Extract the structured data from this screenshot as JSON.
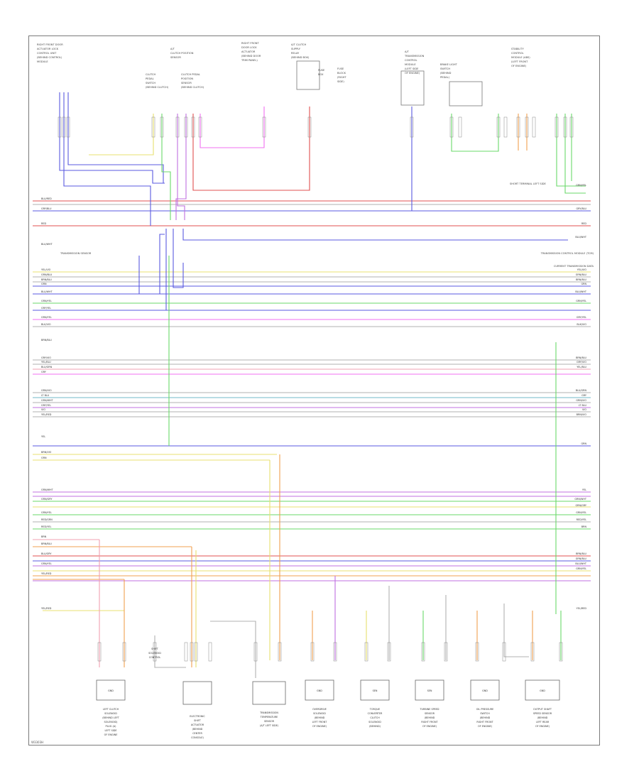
{
  "footer": {
    "code": "W3303H"
  },
  "top_components": [
    {
      "lines": [
        "RIGHT FRONT DOOR",
        "ACTUATOR LOCK",
        "CONTROL UNIT",
        "(BEHIND CONTROL)",
        "MODULE"
      ]
    },
    {
      "lines": [
        "A/T",
        "CLUTCH POSITION",
        "SENSOR"
      ]
    },
    {
      "lines": [
        "CLUTCH",
        "PEDAL",
        "SWITCH",
        "(BEHIND CLUTCH)"
      ]
    },
    {
      "lines": [
        "CLUTCH PEDAL",
        "POSITION",
        "SENSOR",
        "(BEHIND CLUTCH)"
      ]
    },
    {
      "lines": [
        "RIGHT FRONT",
        "DOOR LOCK",
        "ACTUATOR",
        "(BEHIND DOOR",
        "TRIM PANEL)"
      ]
    },
    {
      "lines": [
        "A/T CLUTCH",
        "SUPPLY",
        "RELAY",
        "(BEHIND BOX)"
      ]
    },
    {
      "lines": [
        "FUSE",
        "BOX"
      ]
    },
    {
      "lines": [
        "FUSE",
        "BLOCK",
        "(RIGHT",
        "SIDE)"
      ]
    },
    {
      "lines": [
        "A/T",
        "TRANSMISSION",
        "CONTROL",
        "MODULE",
        "(LEFT SIDE",
        "OF ENGINE)"
      ]
    },
    {
      "lines": [
        "BRAKE LIGHT",
        "SWITCH",
        "(BEHIND",
        "PEDAL)"
      ]
    },
    {
      "lines": [
        "STABILITY",
        "CONTROL",
        "MODULE (ABS)",
        "(LEFT FRONT",
        "OF ENGINE)"
      ]
    }
  ],
  "side_labels": {
    "trans_sensor": "TRANSMISSION SENSOR",
    "trans_control": "TRANSMISSION CONTROL MODULE (TCM)",
    "current_trans": "CURRENT TRANSMISSION DATA",
    "splice_right": "SHORT TERMINAL LEFT SIDE"
  },
  "wire_labels": {
    "left": [
      "BLU/RED",
      "GRY/BLU",
      "RED",
      "BLU/WHT",
      "YEL/VIO",
      "GRN/BLU",
      "BRN/BLU",
      "GRN",
      "BLU/WHT",
      "GRN/YEL",
      "GRY/YEL",
      "GRN/YEL",
      "BLK/VIO",
      "BRN/BLU",
      "GRY/VIO",
      "YEL/BLU",
      "BLU/GRN",
      "GRY",
      "GRN/VIO",
      "LT BLU",
      "GRN/WHT",
      "GRY/YEL",
      "VIO",
      "YEL/RED",
      "YEL",
      "BRN/VIO",
      "GRN",
      "GRN/WHT",
      "GRN/GRY",
      "GRN/YEL",
      "RED/GRN",
      "RED/YEL",
      "BRN",
      "BRN/BLU",
      "BLU/GRY",
      "GRN/YEL",
      "YEL/RED",
      "YEL/RED"
    ],
    "right": [
      "GRN/YEL",
      "GRY/BLU",
      "RED",
      "BLU/WHT",
      "YEL/VIO",
      "GRN/BLU",
      "BRN/BLU",
      "GRN",
      "BLU/WHT",
      "GRN/YEL",
      "GRY/YEL",
      "BLK/VIO",
      "BRN/BLU",
      "GRY/VIO",
      "YEL/BLU",
      "BLU/GRN",
      "GRY",
      "GRN/VIO",
      "LT BLU",
      "VIO",
      "BRN/VIO",
      "GRN",
      "YEL",
      "GRN/WHT",
      "GRN/GRY",
      "GRN/YEL",
      "RED/YEL",
      "BRN",
      "BRN/BLU",
      "GRN/BLU",
      "BLU/WHT",
      "GRN/YEL",
      "YEL/RED"
    ]
  },
  "bottom_components": [
    {
      "box": "GND",
      "lines": [
        "LEFT CLUTCH",
        "SOLENOID",
        "(BEHIND LEFT",
        "SOLENOID)",
        "PLUG (A)",
        "LEFT SIDE",
        "OF ENGINE"
      ]
    },
    {
      "box": "",
      "lines": [
        "SHIFT",
        "SOLENOID",
        "CONTROL"
      ]
    },
    {
      "box": "",
      "lines": [
        "ELECTRONIC",
        "SHIFT",
        "ACTUATOR",
        "(BEHIND",
        "CENTER",
        "CONSOLE)"
      ]
    },
    {
      "box": "",
      "lines": [
        "TRANSMISSION",
        "TEMPERATURE",
        "SENSOR",
        "(A/T LEFT SIDE)"
      ]
    },
    {
      "box": "GND",
      "lines": [
        "OVERDRIVE",
        "SOLENOID",
        "(BEHIND",
        "LEFT FRONT",
        "OF ENGINE)"
      ]
    },
    {
      "box": "SEN",
      "lines": [
        "TORQUE",
        "CONVERTER",
        "CLUTCH",
        "SOLENOID",
        "(BEHIND)"
      ]
    },
    {
      "box": "SEN",
      "lines": [
        "TURBINE SPEED",
        "SENSOR",
        "(BEHIND",
        "RIGHT FRONT",
        "OF ENGINE)"
      ]
    },
    {
      "box": "GND",
      "lines": [
        "OIL PRESSURE",
        "SWITCH",
        "(BEHIND",
        "RIGHT FRONT",
        "OF ENGINE)"
      ]
    },
    {
      "box": "GND",
      "lines": [
        "OUTPUT SHAFT",
        "SPEED SENSOR",
        "(BEHIND",
        "LEFT REAR",
        "OF ENGINE)"
      ]
    }
  ],
  "colors": {
    "red": "#e05050",
    "blue": "#5a5ae0",
    "green": "#6ad86a",
    "yellow": "#e8e070",
    "orange": "#f0a050",
    "violet": "#c070e0",
    "magenta": "#f070f0",
    "brown": "#c8a060",
    "gray": "#b0b0b0",
    "teal": "#70b8c8",
    "pink": "#f0a0b0"
  }
}
